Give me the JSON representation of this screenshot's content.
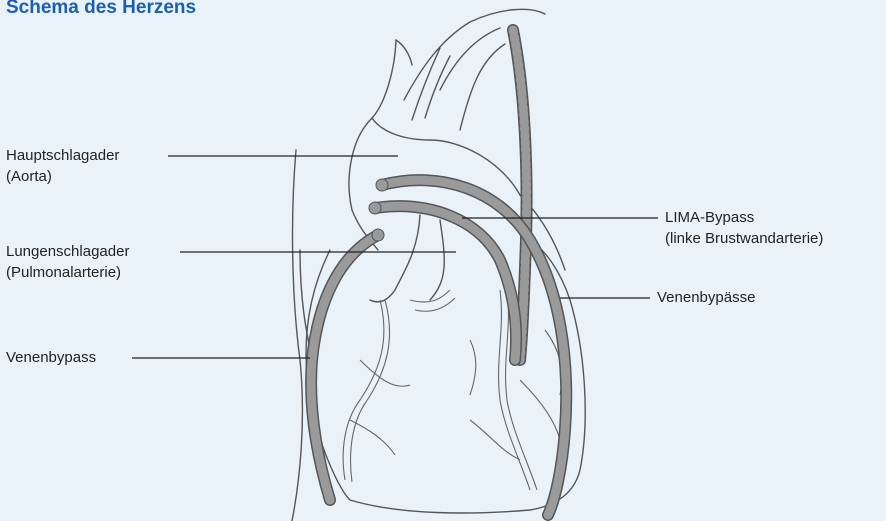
{
  "title": "Schema des Herzens",
  "labels": {
    "aorta": {
      "line1": "Hauptschlagader",
      "line2": "(Aorta)"
    },
    "pulmonary": {
      "line1": "Lungenschlagader",
      "line2": "(Pulmonalarterie)"
    },
    "vein_bypass": {
      "line1": "Venenbypass"
    },
    "lima": {
      "line1": "LIMA-Bypass",
      "line2": "(linke Brustwandarterie)"
    },
    "vein_bypasses": {
      "line1": "Venenbypässe"
    }
  },
  "colors": {
    "background": "#eaf2f9",
    "title": "#1a5fb4",
    "graft": "#9a9a9a",
    "outline": "#555555"
  }
}
